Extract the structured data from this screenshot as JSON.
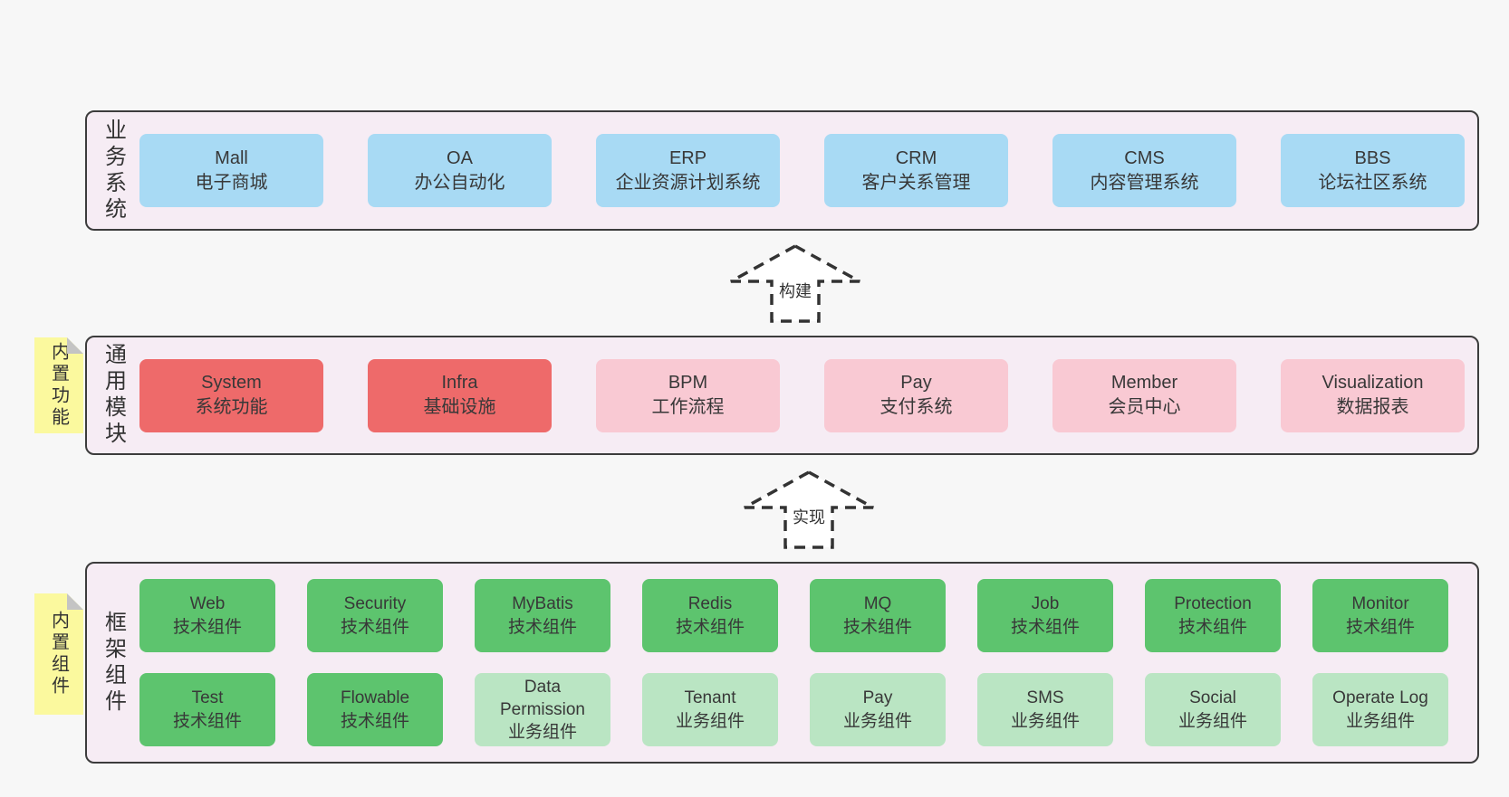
{
  "diagram": {
    "title_hint": "layered architecture diagram",
    "colors": {
      "page_bg": "#f7f7f7",
      "container_bg": "#f6ecf4",
      "container_border": "#3c3c3c",
      "blue_box": "#a8daf4",
      "red_box": "#ee6a6a",
      "pink_box": "#f9c9d3",
      "green_box": "#5dc46e",
      "light_green_box": "#bae5c3",
      "sticky_note": "#fbf99e",
      "sticky_fold": "#c4c4c4",
      "text": "#383838"
    },
    "arrows": [
      {
        "label": "构建"
      },
      {
        "label": "实现"
      }
    ],
    "layers": {
      "business": {
        "label": "业务系统",
        "boxes": [
          {
            "name": "Mall",
            "desc": "电子商城"
          },
          {
            "name": "OA",
            "desc": "办公自动化"
          },
          {
            "name": "ERP",
            "desc": "企业资源计划系统"
          },
          {
            "name": "CRM",
            "desc": "客户关系管理"
          },
          {
            "name": "CMS",
            "desc": "内容管理系统"
          },
          {
            "name": "BBS",
            "desc": "论坛社区系统"
          }
        ]
      },
      "modules": {
        "label": "通用模块",
        "note": "内置功能",
        "boxes": [
          {
            "name": "System",
            "desc": "系统功能"
          },
          {
            "name": "Infra",
            "desc": "基础设施"
          },
          {
            "name": "BPM",
            "desc": "工作流程"
          },
          {
            "name": "Pay",
            "desc": "支付系统"
          },
          {
            "name": "Member",
            "desc": "会员中心"
          },
          {
            "name": "Visualization",
            "desc": "数据报表"
          }
        ]
      },
      "framework": {
        "label": "框架组件",
        "note": "内置组件",
        "row1": [
          {
            "name": "Web",
            "desc": "技术组件"
          },
          {
            "name": "Security",
            "desc": "技术组件"
          },
          {
            "name": "MyBatis",
            "desc": "技术组件"
          },
          {
            "name": "Redis",
            "desc": "技术组件"
          },
          {
            "name": "MQ",
            "desc": "技术组件"
          },
          {
            "name": "Job",
            "desc": "技术组件"
          },
          {
            "name": "Protection",
            "desc": "技术组件"
          },
          {
            "name": "Monitor",
            "desc": "技术组件"
          }
        ],
        "row2": [
          {
            "name": "Test",
            "desc": "技术组件"
          },
          {
            "name": "Flowable",
            "desc": "技术组件"
          },
          {
            "name": "Data Permission",
            "desc": "业务组件"
          },
          {
            "name": "Tenant",
            "desc": "业务组件"
          },
          {
            "name": "Pay",
            "desc": "业务组件"
          },
          {
            "name": "SMS",
            "desc": "业务组件"
          },
          {
            "name": "Social",
            "desc": "业务组件"
          },
          {
            "name": "Operate Log",
            "desc": "业务组件"
          }
        ]
      }
    }
  }
}
